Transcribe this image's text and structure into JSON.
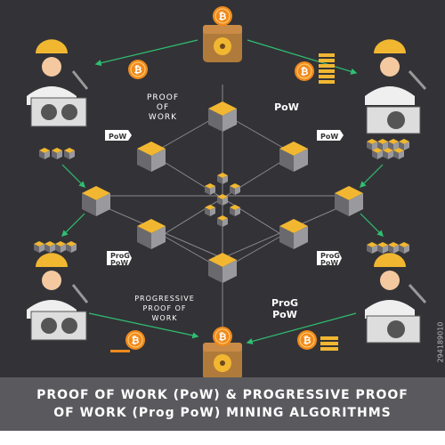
{
  "labels": {
    "proof_of_work": [
      "PROOF",
      "OF",
      "WORK"
    ],
    "pow_heading": "PoW",
    "progressive_proof_of_work": [
      "PROGRESSIVE",
      "PROOF OF",
      "WORK"
    ],
    "prog_pow_heading": [
      "ProG",
      "PoW"
    ],
    "flag_pow": "PoW",
    "flag_prog_pow": [
      "ProG",
      "PoW"
    ]
  },
  "caption": {
    "line1": "PROOF OF WORK (PoW) & PROGRESSIVE PROOF",
    "line2": "OF WORK (Prog PoW) MINING ALGORITHMS"
  },
  "stock_id": "294189010",
  "coin_symbol": "₿",
  "colors": {
    "background": "#333337",
    "gold": "#f2b731",
    "orange": "#f08a1c",
    "green_arrow": "#2fbf71",
    "cube_gray": "#9a9a9e",
    "cube_dark": "#6a6a6e",
    "caption_bg": "#5a5a5e"
  }
}
